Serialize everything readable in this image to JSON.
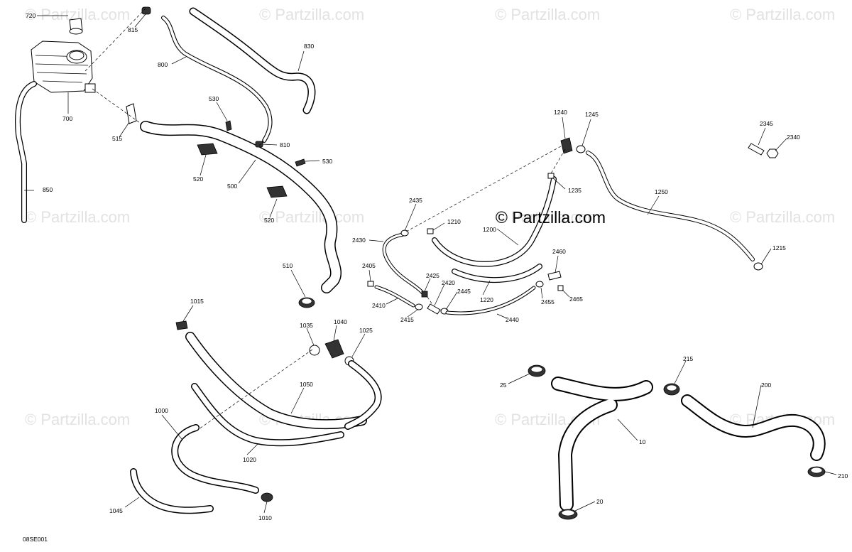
{
  "watermarks": [
    "© Partzilla.com",
    "© Partzilla.com",
    "© Partzilla.com",
    "© Partzilla.com",
    "© Partzilla.com",
    "© Partzilla.com",
    "© Partzilla.com",
    "© Partzilla.com",
    "© Partzilla.com",
    "© Partzilla.com",
    "© Partzilla.com",
    "© Partzilla.com"
  ],
  "center_watermark": "© Partzilla.com",
  "diagram_code": "08SE001",
  "labels": {
    "l720": "720",
    "l815": "815",
    "l800": "800",
    "l830": "830",
    "l700": "700",
    "l850": "850",
    "l515": "515",
    "l530a": "530",
    "l810": "810",
    "l530b": "530",
    "l520a": "520",
    "l500": "500",
    "l520b": "520",
    "l510": "510",
    "l1240": "1240",
    "l1245": "1245",
    "l2345": "2345",
    "l2340": "2340",
    "l1235": "1235",
    "l1250": "1250",
    "l2435": "2435",
    "l1210": "1210",
    "l1200": "1200",
    "l2430": "2430",
    "l1215": "1215",
    "l2460": "2460",
    "l2405": "2405",
    "l2425": "2425",
    "l2420": "2420",
    "l2445": "2445",
    "l2410": "2410",
    "l1220": "1220",
    "l2455": "2455",
    "l2465": "2465",
    "l2415": "2415",
    "l2440": "2440",
    "l1015": "1015",
    "l1035": "1035",
    "l1040": "1040",
    "l1025": "1025",
    "l1050": "1050",
    "l1000": "1000",
    "l1020": "1020",
    "l1045": "1045",
    "l1010": "1010",
    "l215": "215",
    "l25": "25",
    "l200": "200",
    "l10": "10",
    "l210": "210",
    "l20": "20"
  }
}
